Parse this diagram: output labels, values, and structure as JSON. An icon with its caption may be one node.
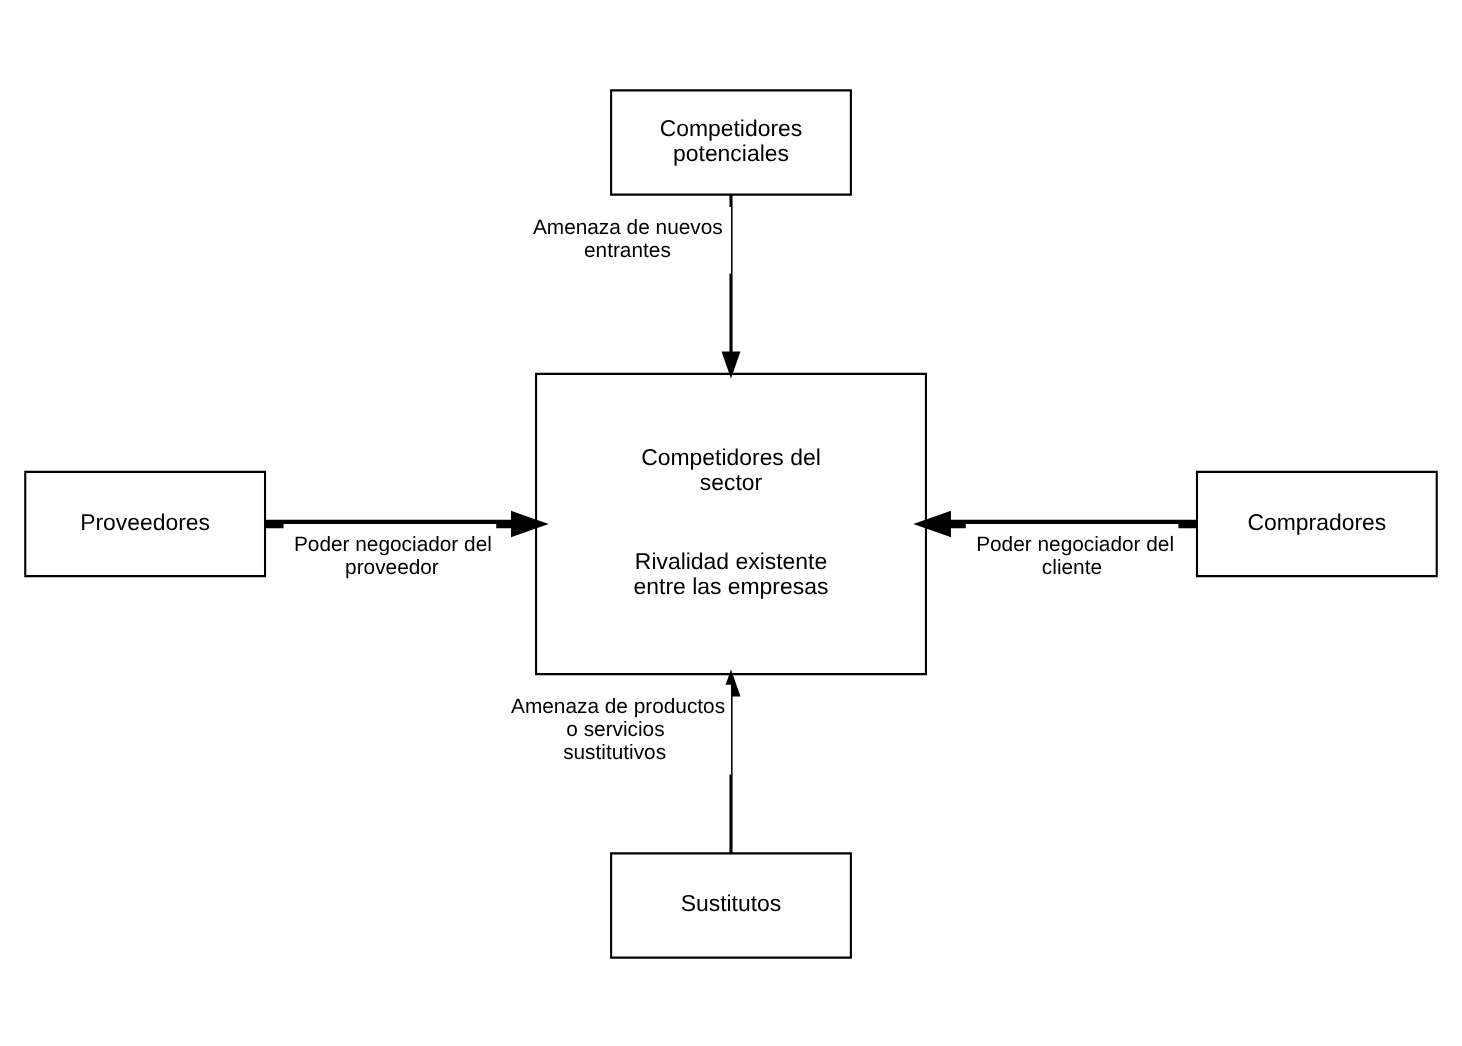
{
  "diagram": {
    "nodes": [
      {
        "text": [
          "Competidores potenciales"
        ]
      },
      {
        "text": [
          "Proveedores"
        ]
      },
      {
        "text": [
          "Competidores del sector",
          "Rivalidad existente entre las empresas"
        ]
      },
      {
        "text": [
          "Compradores"
        ]
      },
      {
        "text": [
          "Sustitutos"
        ]
      }
    ],
    "edges": [
      {
        "from": 0,
        "to": 2,
        "arrow": "to",
        "label": "Amenaza de nuevos entrantes"
      },
      {
        "from": 1,
        "to": 2,
        "arrow": "to",
        "label": "Poder negociador del proveedor",
        "style": "thick"
      },
      {
        "from": 3,
        "to": 2,
        "arrow": "to",
        "label": "Poder negociador del cliente",
        "style": "thick"
      },
      {
        "from": 4,
        "to": 2,
        "arrow": "to",
        "label": "Amenaza de productos o servicios sustitutivos"
      }
    ]
  }
}
